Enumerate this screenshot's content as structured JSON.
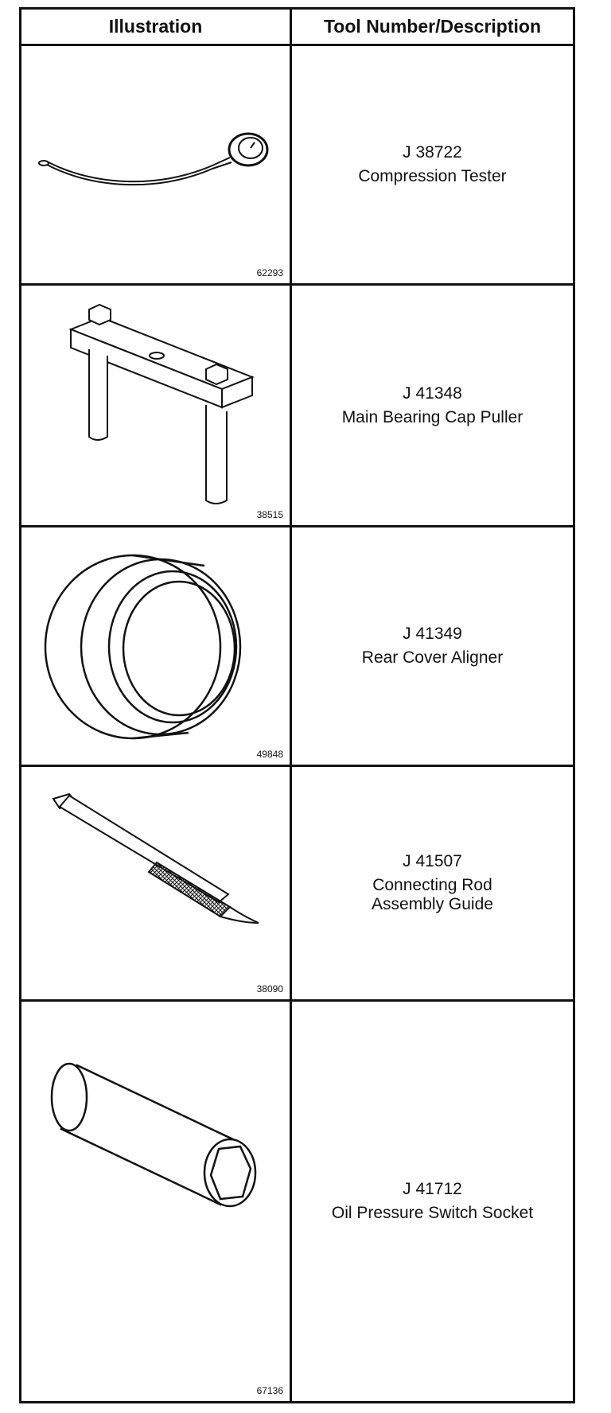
{
  "table": {
    "header_illustration": "Illustration",
    "header_description": "Tool Number/Description",
    "rows": [
      {
        "figure_number": "62293",
        "tool_number": "J 38722",
        "description": [
          "Compression Tester"
        ],
        "illustration": "compression-tester-icon"
      },
      {
        "figure_number": "38515",
        "tool_number": "J 41348",
        "description": [
          "Main Bearing Cap Puller"
        ],
        "illustration": "bearing-cap-puller-icon"
      },
      {
        "figure_number": "49848",
        "tool_number": "J 41349",
        "description": [
          "Rear Cover Aligner"
        ],
        "illustration": "rear-cover-aligner-icon"
      },
      {
        "figure_number": "38090",
        "tool_number": "J 41507",
        "description": [
          "Connecting Rod",
          "Assembly Guide"
        ],
        "illustration": "rod-guide-icon"
      },
      {
        "figure_number": "67136",
        "tool_number": "J 41712",
        "description": [
          "Oil Pressure Switch Socket"
        ],
        "illustration": "switch-socket-icon"
      }
    ]
  }
}
